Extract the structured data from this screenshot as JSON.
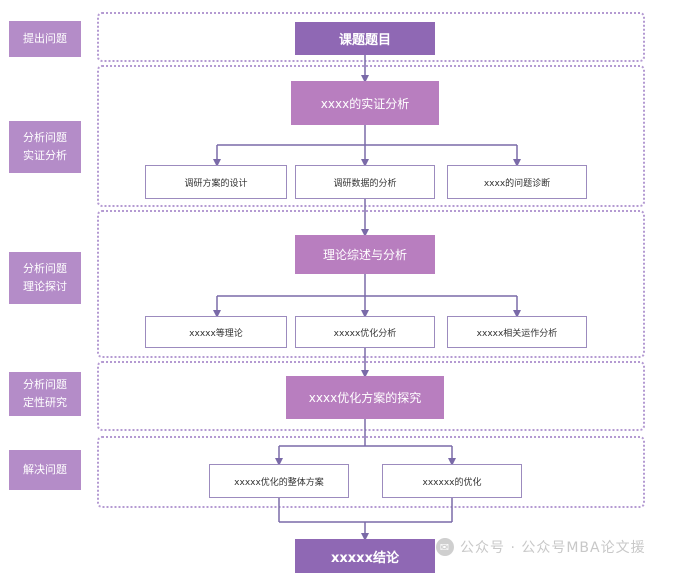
{
  "stages": [
    "提出问题",
    "分析问题\n实证分析",
    "分析问题\n理论探讨",
    "分析问题\n定性研究",
    "解决问题"
  ],
  "nodes": {
    "topic": "课题题目",
    "empirical": "xxxx的实证分析",
    "empirical_sub": [
      "调研方案的设计",
      "调研数据的分析",
      "xxxx的问题诊断"
    ],
    "theory": "理论综述与分析",
    "theory_sub": [
      "xxxxx等理论",
      "xxxxx优化分析",
      "xxxxx相关运作分析"
    ],
    "qualitative": "xxxx优化方案的探究",
    "solution_sub": [
      "xxxxx优化的整体方案",
      "xxxxxx的优化"
    ],
    "conclusion": "xxxxx结论"
  },
  "watermark": "公众号 · 公众号MBA论文援",
  "colors": {
    "stage_bg": "#b48cc8",
    "title_bg": "#8f68b4",
    "main_bg": "#b87ebf",
    "section_border": "#b49ad2",
    "arrow": "#7a6aa8"
  }
}
